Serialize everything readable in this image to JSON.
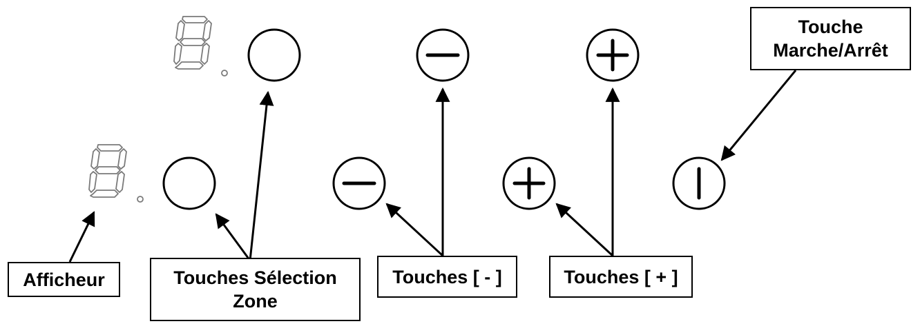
{
  "labels": {
    "afficheur": "Afficheur",
    "selection_zone": [
      "Touches Sélection",
      "Zone"
    ],
    "touches_moins": "Touches [ - ]",
    "touches_plus": "Touches [ + ]",
    "marche_arret": [
      "Touche",
      "Marche/Arrêt"
    ]
  },
  "icons": {
    "display": "seven-segment-digit-icon",
    "select": "empty-circle-button-icon",
    "minus": "minus-circle-button-icon",
    "plus": "plus-circle-button-icon",
    "power": "power-circle-button-icon"
  },
  "colors": {
    "line": "#000000",
    "segment": "#7a7a7a",
    "background": "#ffffff"
  }
}
